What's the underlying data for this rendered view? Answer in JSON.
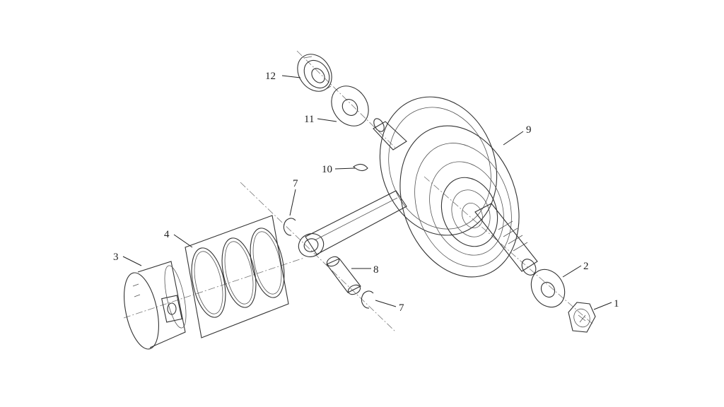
{
  "diagram": {
    "callouts": [
      {
        "id": "c1",
        "label": "1"
      },
      {
        "id": "c2",
        "label": "2"
      },
      {
        "id": "c3",
        "label": "3"
      },
      {
        "id": "c4",
        "label": "4"
      },
      {
        "id": "c7a",
        "label": "7"
      },
      {
        "id": "c7b",
        "label": "7"
      },
      {
        "id": "c8",
        "label": "8"
      },
      {
        "id": "c9",
        "label": "9"
      },
      {
        "id": "c10",
        "label": "10"
      },
      {
        "id": "c11",
        "label": "11"
      },
      {
        "id": "c12",
        "label": "12"
      }
    ],
    "colors": {
      "line": "#333333",
      "background": "#ffffff"
    }
  }
}
